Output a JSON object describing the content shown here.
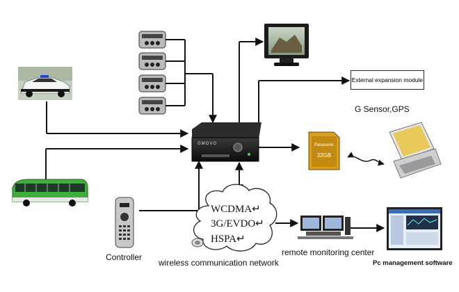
{
  "labels": {
    "controller": "Controller",
    "wireless_network": "wireless communication network",
    "remote_center": "remote monitoring center",
    "pc_software": "Pc management software",
    "sensor_gps": "G Sensor,GPS",
    "external_module": "External expansion module"
  },
  "cloud": {
    "line1": "WCDMA↵",
    "line2": "3G/EVDO↵",
    "line3": "HSPA↵"
  },
  "dvr": {
    "brand_text": "GMOVO"
  },
  "sd_card": {
    "brand": "Panasonic",
    "capacity": "32GB"
  },
  "icons": [
    "camera-icon",
    "monitor-icon",
    "police-car-image",
    "bus-image",
    "remote-control-icon",
    "sd-card-icon",
    "laptop-icon",
    "workstation-icon",
    "pc-screen-icon",
    "cloud-icon"
  ],
  "colors": {
    "line": "#111111",
    "bus_green": "#3fae3a",
    "sd_gold": "#d8a020"
  }
}
